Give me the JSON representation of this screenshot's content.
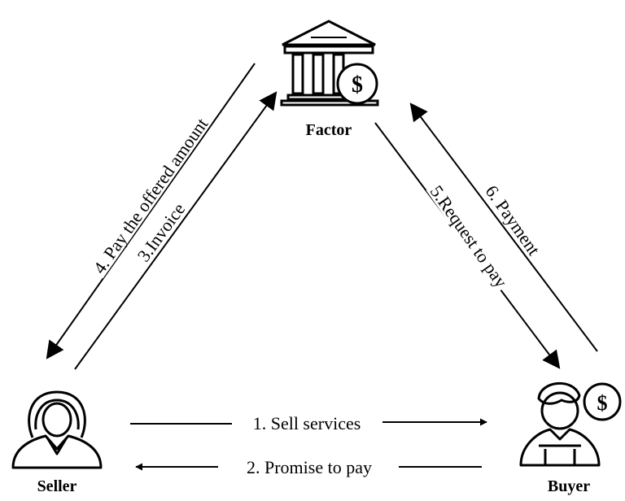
{
  "nodes": {
    "factor": "Factor",
    "seller": "Seller",
    "buyer": "Buyer"
  },
  "flows": {
    "sell_services": "1. Sell services",
    "promise_to_pay": "2.  Promise to pay",
    "invoice": "3.Invoice",
    "pay_offered_amount": "4. Pay the offered amount",
    "request_to_pay": "5.Request to pay",
    "payment": "6. Payment"
  },
  "icons": {
    "factor": "bank-icon",
    "factor_badge": "dollar-coin-icon",
    "seller": "woman-avatar-icon",
    "buyer": "man-avatar-icon",
    "buyer_badge": "dollar-coin-icon"
  },
  "badge_symbol": "$"
}
